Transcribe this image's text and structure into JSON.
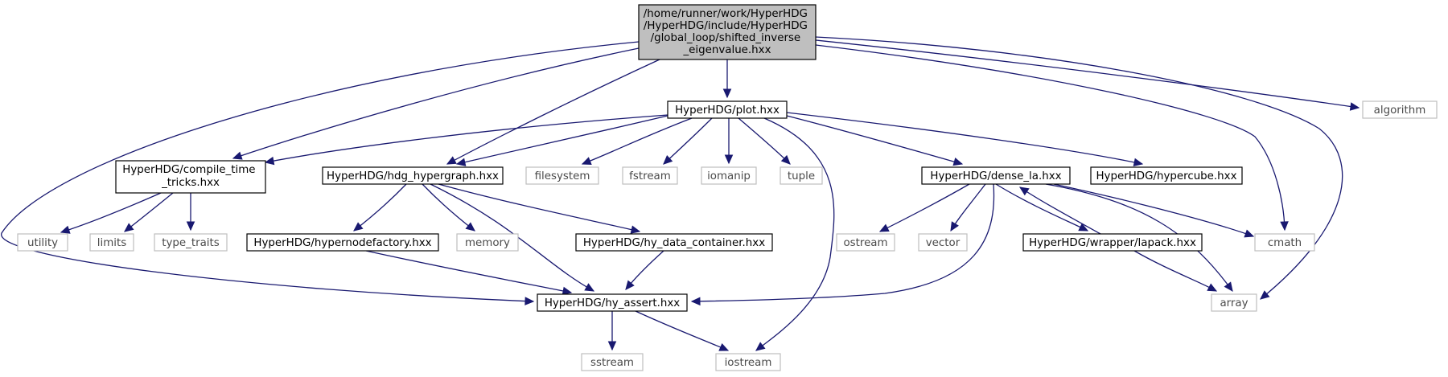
{
  "diagram": {
    "type": "include-dependency-graph",
    "colors": {
      "edge": "#191970",
      "root_fill": "#bfbfbf",
      "node_border": "#000000",
      "external_border": "#bfbfbf",
      "external_text": "#4a4a4a"
    },
    "nodes": {
      "root": {
        "lines": [
          "/home/runner/work/HyperHDG",
          "/HyperHDG/include/HyperHDG",
          "/global_loop/shifted_inverse",
          "_eigenvalue.hxx"
        ]
      },
      "plot": {
        "lines": [
          "HyperHDG/plot.hxx"
        ]
      },
      "algorithm": {
        "lines": [
          "algorithm"
        ]
      },
      "compile_time_tricks": {
        "lines": [
          "HyperHDG/compile_time",
          "_tricks.hxx"
        ]
      },
      "hdg_hypergraph": {
        "lines": [
          "HyperHDG/hdg_hypergraph.hxx"
        ]
      },
      "filesystem": {
        "lines": [
          "filesystem"
        ]
      },
      "fstream": {
        "lines": [
          "fstream"
        ]
      },
      "iomanip": {
        "lines": [
          "iomanip"
        ]
      },
      "tuple": {
        "lines": [
          "tuple"
        ]
      },
      "dense_la": {
        "lines": [
          "HyperHDG/dense_la.hxx"
        ]
      },
      "hypercube": {
        "lines": [
          "HyperHDG/hypercube.hxx"
        ]
      },
      "utility": {
        "lines": [
          "utility"
        ]
      },
      "limits": {
        "lines": [
          "limits"
        ]
      },
      "type_traits": {
        "lines": [
          "type_traits"
        ]
      },
      "hypernodefactory": {
        "lines": [
          "HyperHDG/hypernodefactory.hxx"
        ]
      },
      "memory": {
        "lines": [
          "memory"
        ]
      },
      "hy_data_container": {
        "lines": [
          "HyperHDG/hy_data_container.hxx"
        ]
      },
      "ostream": {
        "lines": [
          "ostream"
        ]
      },
      "vector": {
        "lines": [
          "vector"
        ]
      },
      "wrapper_lapack": {
        "lines": [
          "HyperHDG/wrapper/lapack.hxx"
        ]
      },
      "cmath": {
        "lines": [
          "cmath"
        ]
      },
      "hy_assert": {
        "lines": [
          "HyperHDG/hy_assert.hxx"
        ]
      },
      "array": {
        "lines": [
          "array"
        ]
      },
      "sstream": {
        "lines": [
          "sstream"
        ]
      },
      "iostream": {
        "lines": [
          "iostream"
        ]
      }
    },
    "edges": [
      [
        "root",
        "plot"
      ],
      [
        "root",
        "algorithm"
      ],
      [
        "root",
        "compile_time_tricks"
      ],
      [
        "root",
        "hdg_hypergraph"
      ],
      [
        "root",
        "hy_assert"
      ],
      [
        "root",
        "cmath"
      ],
      [
        "root",
        "array"
      ],
      [
        "plot",
        "compile_time_tricks"
      ],
      [
        "plot",
        "hdg_hypergraph"
      ],
      [
        "plot",
        "filesystem"
      ],
      [
        "plot",
        "fstream"
      ],
      [
        "plot",
        "iomanip"
      ],
      [
        "plot",
        "tuple"
      ],
      [
        "plot",
        "iostream"
      ],
      [
        "plot",
        "dense_la"
      ],
      [
        "plot",
        "hypercube"
      ],
      [
        "compile_time_tricks",
        "utility"
      ],
      [
        "compile_time_tricks",
        "limits"
      ],
      [
        "compile_time_tricks",
        "type_traits"
      ],
      [
        "hdg_hypergraph",
        "hypernodefactory"
      ],
      [
        "hdg_hypergraph",
        "memory"
      ],
      [
        "hdg_hypergraph",
        "hy_data_container"
      ],
      [
        "hdg_hypergraph",
        "hy_assert"
      ],
      [
        "hypernodefactory",
        "hy_assert"
      ],
      [
        "hy_data_container",
        "hy_assert"
      ],
      [
        "dense_la",
        "ostream"
      ],
      [
        "dense_la",
        "vector"
      ],
      [
        "dense_la",
        "wrapper_lapack"
      ],
      [
        "dense_la",
        "hy_assert"
      ],
      [
        "dense_la",
        "cmath"
      ],
      [
        "dense_la",
        "array"
      ],
      [
        "wrapper_lapack",
        "dense_la"
      ],
      [
        "wrapper_lapack",
        "array"
      ],
      [
        "hy_assert",
        "sstream"
      ],
      [
        "hy_assert",
        "iostream"
      ]
    ]
  }
}
